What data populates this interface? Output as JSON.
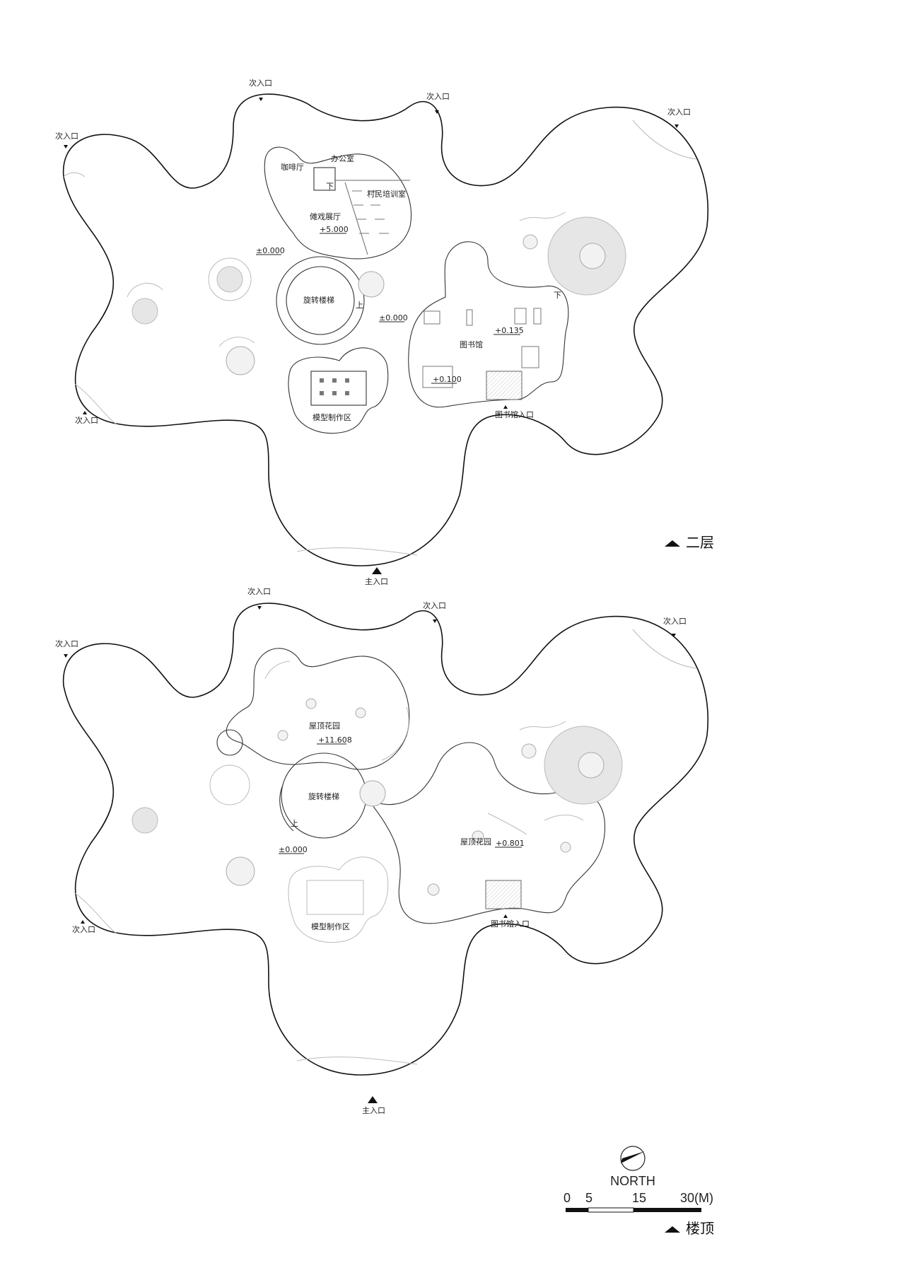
{
  "upper_plan": {
    "title": "二层",
    "entrances": {
      "secondary": "次入口",
      "main": "主入口",
      "library": "图书馆入口"
    },
    "rooms": {
      "office": "办公室",
      "cafe": "咖啡厅",
      "training": "村民培训室",
      "exhibition": "傩戏展厅",
      "stair": "旋转楼梯",
      "library": "图书馆",
      "model": "模型制作区"
    },
    "marks": {
      "down": "下",
      "up": "上"
    },
    "elevations": {
      "e1": "+5.000",
      "e2": "±0.000",
      "e3": "±0.000",
      "e4": "+0.135",
      "e5": "+0.100"
    }
  },
  "roof_plan": {
    "title": "楼顶",
    "entrances": {
      "secondary": "次入口",
      "main": "主入口",
      "library": "图书馆入口"
    },
    "rooms": {
      "garden1": "屋顶花园",
      "garden2": "屋顶花园",
      "stair": "旋转楼梯",
      "model": "模型制作区"
    },
    "marks": {
      "up": "上"
    },
    "elevations": {
      "e1": "+11.608",
      "e2": "+0.801",
      "e3": "±0.000"
    }
  },
  "north": {
    "label": "NORTH"
  },
  "scale": {
    "ticks": [
      "0",
      "5",
      "15",
      "30(M)"
    ]
  }
}
